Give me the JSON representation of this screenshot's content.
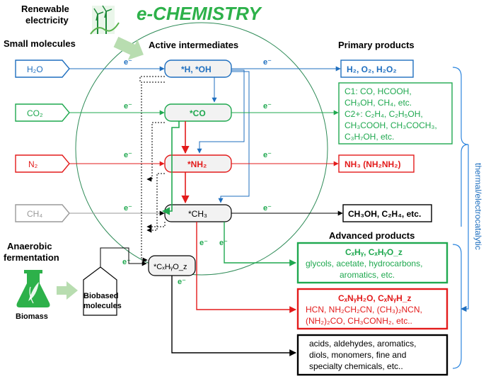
{
  "title": "e-CHEMISTRY",
  "renewable_electricity": {
    "line1": "Renewable",
    "line2": "electricity"
  },
  "headers": {
    "small_molecules": "Small molecules",
    "active_intermediates": "Active intermediates",
    "primary_products": "Primary products",
    "advanced_products": "Advanced products"
  },
  "electron_label": "e⁻",
  "small_molecules": {
    "h2o": "H₂O",
    "co2": "CO₂",
    "n2": "N₂",
    "ch4": "CH₄"
  },
  "intermediates": {
    "h_oh": "*H, *OH",
    "co": "*CO",
    "nh2": "*NH₂",
    "ch3": "*CH₃",
    "cxhyoz": "*CₓHᵧO_z"
  },
  "primary_products": {
    "hydrogen": "H₂, O₂, H₂O₂",
    "carbon_lines": [
      "C1:  CO, HCOOH,",
      "CH₃OH, CH₄, etc.",
      "C2+: C₂H₄, C₂H₅OH,",
      "CH₃COOH, CH₃COCH₃,",
      "C₃H₇OH, etc."
    ],
    "ammonia": "NH₃ (NH₂NH₂)",
    "methane_products": "CH₃OH, C₂H₄, etc."
  },
  "advanced_products": {
    "green": {
      "heading": "CₓHᵧ, CₓHᵧO_z",
      "lines": [
        "glycols, acetate, hydrocarbons,",
        "aromatics,  etc."
      ]
    },
    "red": {
      "heading": "CₓNᵧH₂O, CₓNᵧH_z",
      "lines": [
        "HCN, NH₂CH₂CN, (CH₃)₂NCN,",
        "(NH₂)₂CO, CH₃CONH₂, etc.."
      ]
    },
    "black": {
      "lines": [
        "acids, aldehydes, aromatics,",
        "diols, monomers, fine and",
        "specialty chemicals, etc.."
      ]
    }
  },
  "side_label": "thermal/electrocatalytic",
  "anaerobic": {
    "line1": "Anaerobic",
    "line2": "fermentation"
  },
  "biomass": "Biomass",
  "biobased": {
    "line1": "Biobased",
    "line2": "molecules"
  },
  "colors": {
    "blue": "#1f6fbf",
    "green": "#1fa84f",
    "red": "#e31b1b",
    "gray": "#9a9a9a",
    "black": "#000000",
    "title_green": "#2db14a",
    "light_green": "#b8ddb0"
  }
}
